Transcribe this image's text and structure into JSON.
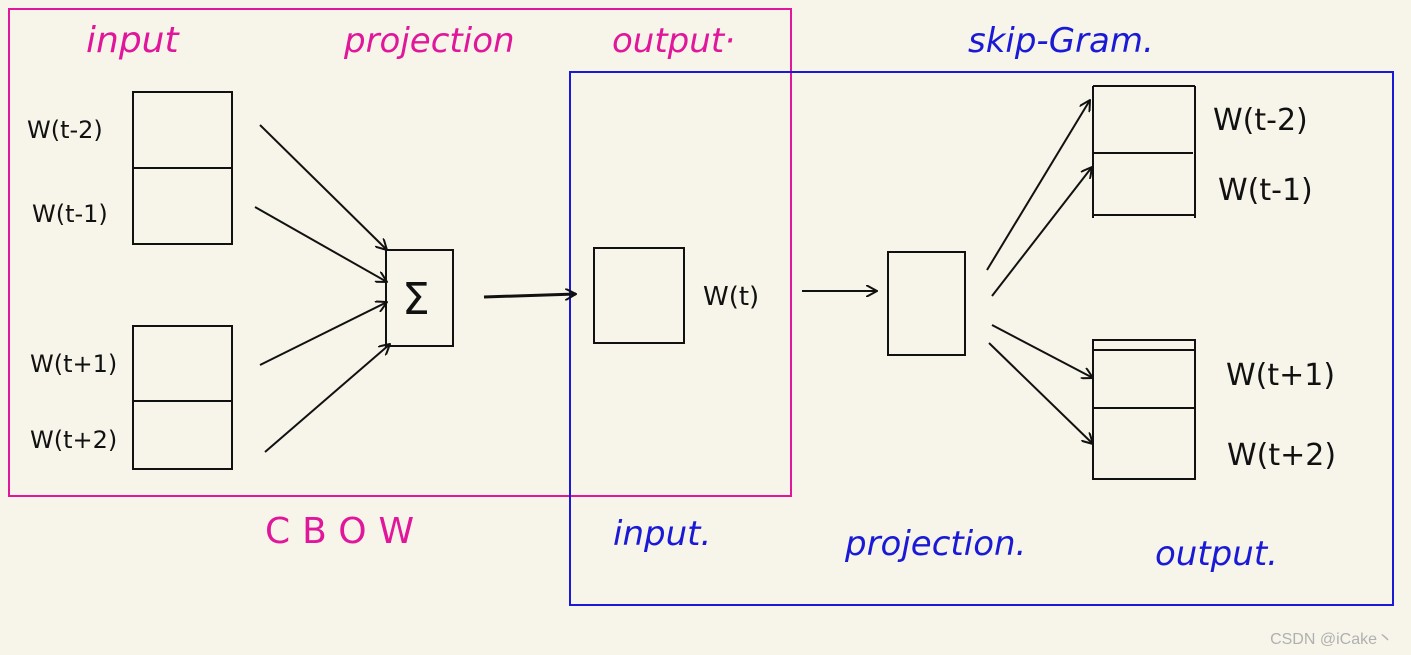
{
  "colors": {
    "cbow": "#e0179a",
    "skipgram": "#1a1ad6",
    "ink": "#111111",
    "background": "#f7f5ea",
    "watermark": "#b0b0b0"
  },
  "cbow": {
    "title": "CBOW",
    "input_label": "input",
    "projection_label": "projection",
    "output_label": "output·",
    "input_words": [
      "W(t-2)",
      "W(t-1)",
      "W(t+1)",
      "W(t+2)"
    ],
    "sum_symbol": "Σ"
  },
  "center_word": "W(t)",
  "skipgram": {
    "title": "skip-Gram.",
    "input_label": "input.",
    "projection_label": "projection.",
    "output_label": "output.",
    "output_words": [
      "W(t-2)",
      "W(t-1)",
      "W(t+1)",
      "W(t+2)"
    ]
  },
  "watermark": "CSDN @iCake丶"
}
